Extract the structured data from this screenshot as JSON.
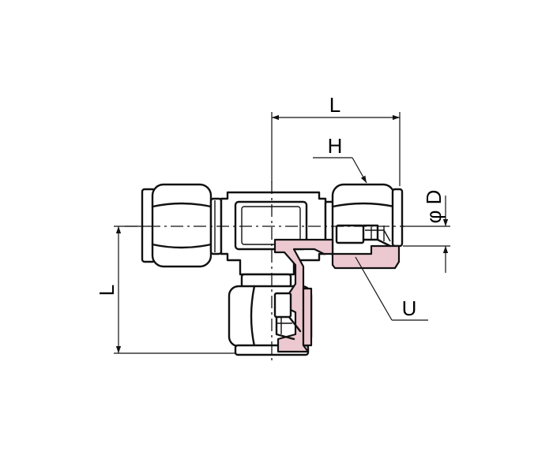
{
  "labels": {
    "length_top": "L",
    "length_left": "L",
    "hex": "H",
    "tube_diameter": "φ D",
    "union": "U"
  },
  "colors": {
    "section_fill": "#ecc8d0",
    "line": "#111111",
    "background": "#ffffff"
  }
}
